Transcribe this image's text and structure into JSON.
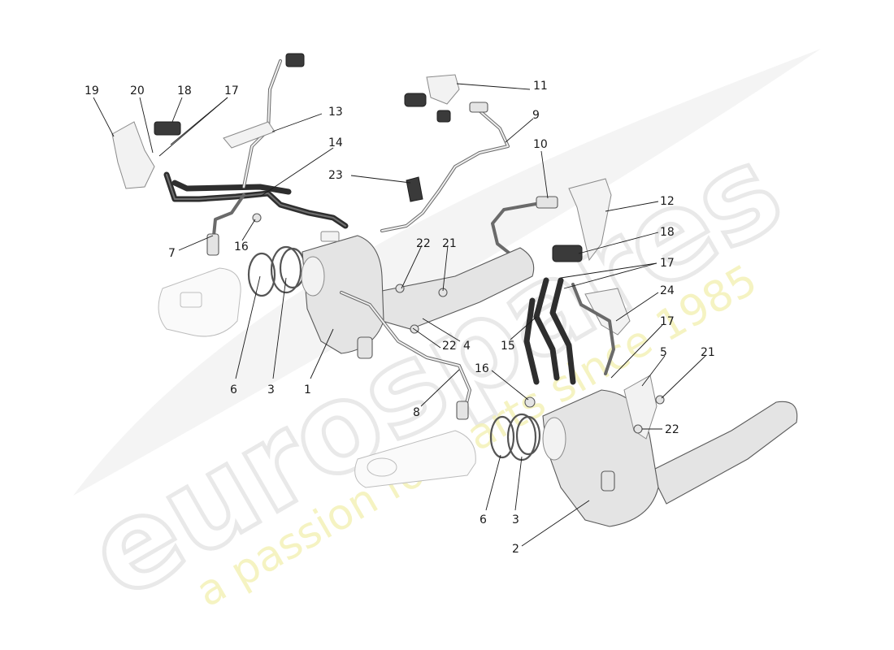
{
  "watermark": {
    "brand": "eurospares",
    "tagline": "a passion for parts since 1985"
  },
  "callouts": [
    {
      "id": "c19a",
      "label": "19"
    },
    {
      "id": "c20a",
      "label": "20"
    },
    {
      "id": "c18a",
      "label": "18"
    },
    {
      "id": "c17a",
      "label": "17"
    },
    {
      "id": "c13",
      "label": "13"
    },
    {
      "id": "c14",
      "label": "14"
    },
    {
      "id": "c11",
      "label": "11"
    },
    {
      "id": "c9",
      "label": "9"
    },
    {
      "id": "c10",
      "label": "10"
    },
    {
      "id": "c23",
      "label": "23"
    },
    {
      "id": "c12",
      "label": "12"
    },
    {
      "id": "c18b",
      "label": "18"
    },
    {
      "id": "c17b",
      "label": "17"
    },
    {
      "id": "c24",
      "label": "24"
    },
    {
      "id": "c17c",
      "label": "17"
    },
    {
      "id": "c7",
      "label": "7"
    },
    {
      "id": "c16a",
      "label": "16"
    },
    {
      "id": "c22a",
      "label": "22"
    },
    {
      "id": "c21a",
      "label": "21"
    },
    {
      "id": "c15",
      "label": "15"
    },
    {
      "id": "c4",
      "label": "4"
    },
    {
      "id": "c22b",
      "label": "22"
    },
    {
      "id": "c16b",
      "label": "16"
    },
    {
      "id": "c5",
      "label": "5"
    },
    {
      "id": "c21b",
      "label": "21"
    },
    {
      "id": "c22c",
      "label": "22"
    },
    {
      "id": "c6a",
      "label": "6"
    },
    {
      "id": "c3a",
      "label": "3"
    },
    {
      "id": "c1",
      "label": "1"
    },
    {
      "id": "c8",
      "label": "8"
    },
    {
      "id": "c6b",
      "label": "6"
    },
    {
      "id": "c3b",
      "label": "3"
    },
    {
      "id": "c2",
      "label": "2"
    }
  ]
}
